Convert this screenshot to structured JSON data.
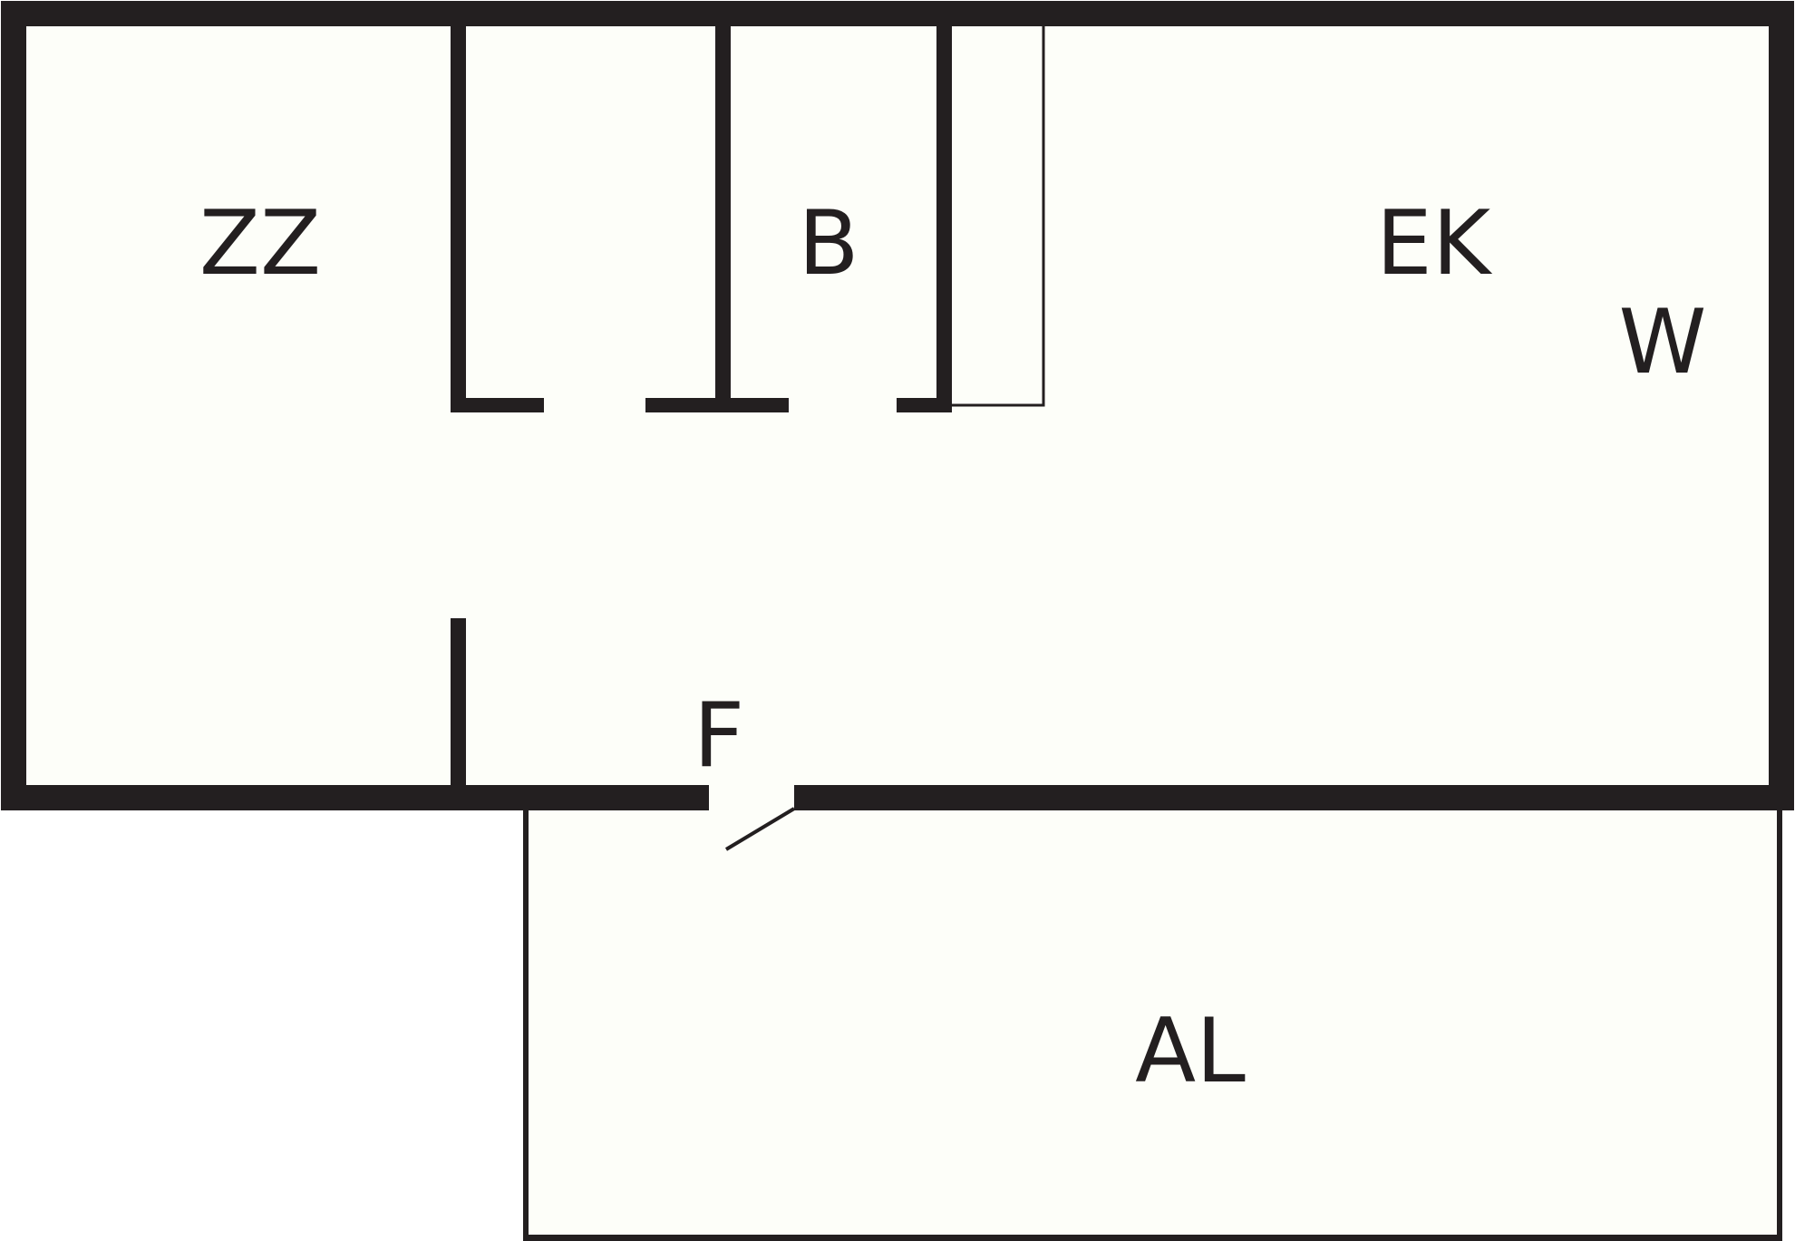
{
  "floor_plan": {
    "rooms": [
      {
        "id": "zz",
        "label": "ZZ"
      },
      {
        "id": "b",
        "label": "B"
      },
      {
        "id": "ek",
        "label": "EK"
      },
      {
        "id": "w",
        "label": "W"
      },
      {
        "id": "f",
        "label": "F"
      },
      {
        "id": "al",
        "label": "AL"
      }
    ],
    "colors": {
      "wall": "#231f20",
      "floor": "#fdfef9",
      "background": "#ffffff"
    }
  }
}
